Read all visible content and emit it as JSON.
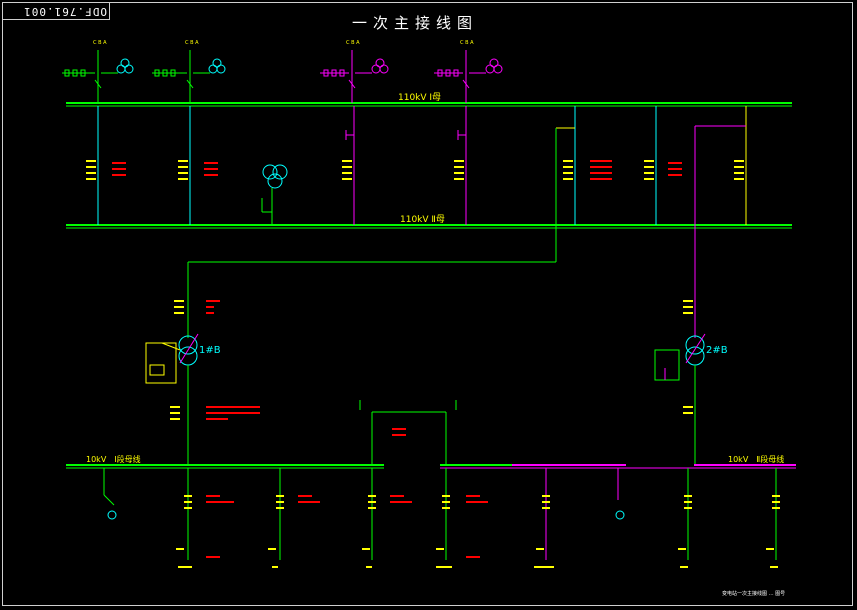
{
  "title": "一次主接线图",
  "drawing_code": "ODF.761.001",
  "buses": {
    "bus_110_1": "110kV Ⅰ母",
    "bus_110_2": "110kV Ⅱ母",
    "bus_10_1": "10kV　Ⅰ段母线",
    "bus_10_2": "10kV　Ⅱ段母线"
  },
  "transformers": {
    "t1": "1#B",
    "t2": "2#B"
  },
  "phase_labels": [
    "C B A",
    "C B A",
    "C B A",
    "C B A"
  ],
  "footer_note": "变电站一次主接线图 … 图号"
}
